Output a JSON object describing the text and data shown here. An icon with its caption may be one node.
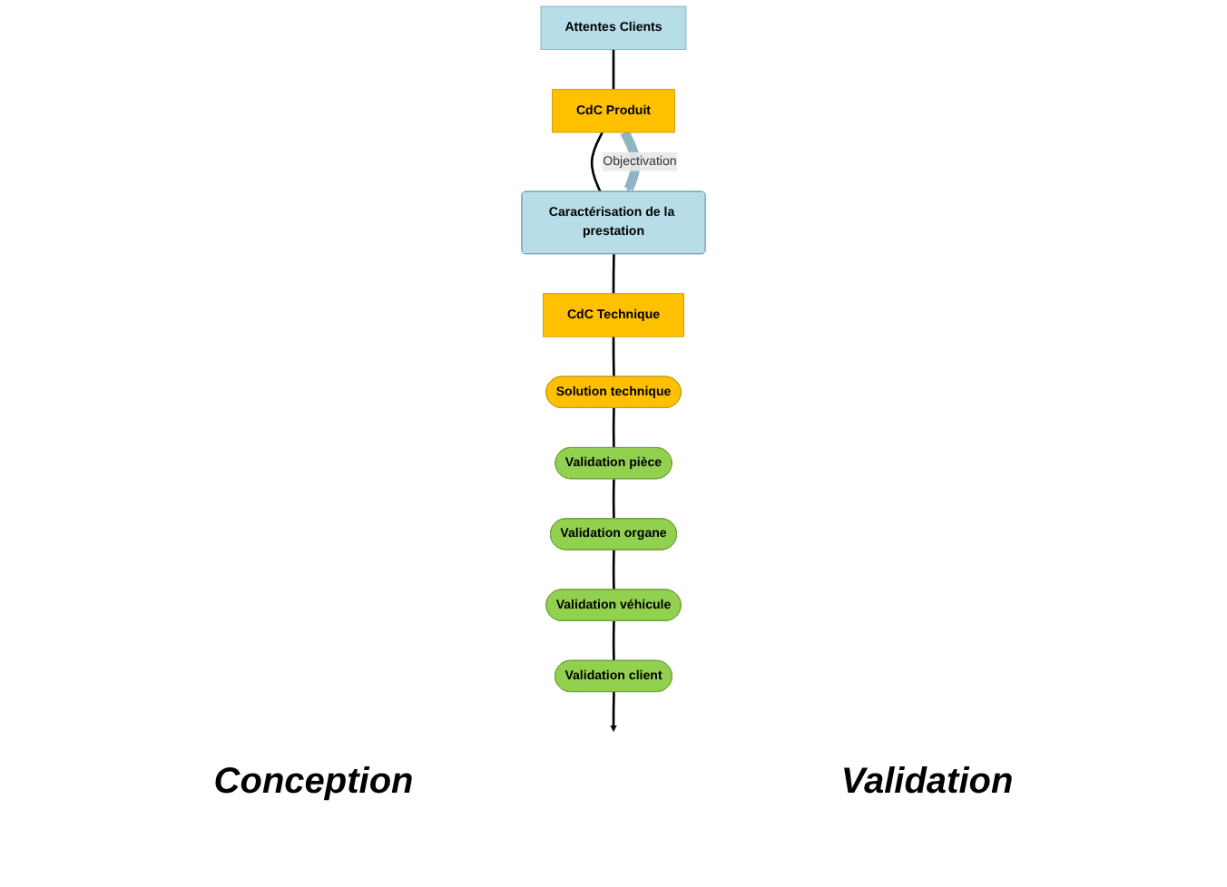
{
  "diagram": {
    "nodes": [
      {
        "text": [
          "Attentes Clients"
        ]
      },
      {
        "text": [
          "CdC Produit"
        ]
      },
      {
        "text": [
          "Caractérisation de la prestation"
        ]
      },
      {
        "text": [
          "CdC Technique"
        ]
      },
      {
        "text": [
          "Solution technique"
        ]
      },
      {
        "text": [
          "Validation pièce"
        ]
      },
      {
        "text": [
          "Validation organe"
        ]
      },
      {
        "text": [
          "Validation véhicule"
        ]
      },
      {
        "text": [
          "Validation client"
        ]
      }
    ],
    "edges": [
      {
        "from": 0,
        "to": 1,
        "arrow": "none"
      },
      {
        "from": 1,
        "to": 2,
        "arrow": "none"
      },
      {
        "from": 2,
        "to": 3,
        "arrow": "none"
      },
      {
        "from": 3,
        "to": 4,
        "arrow": "none"
      },
      {
        "from": 4,
        "to": 5,
        "arrow": "none"
      },
      {
        "from": 5,
        "to": 6,
        "arrow": "none"
      },
      {
        "from": 6,
        "to": 7,
        "arrow": "none"
      },
      {
        "from": 7,
        "to": 8,
        "arrow": "none"
      },
      {
        "from": 8,
        "to": null,
        "arrow": "to"
      },
      {
        "from": 1,
        "to": 2,
        "arrow": "to",
        "label": "Objectivation",
        "style": "thick",
        "color": "#8fb4c4"
      }
    ],
    "labels": [
      "Conception",
      "Validation"
    ]
  }
}
